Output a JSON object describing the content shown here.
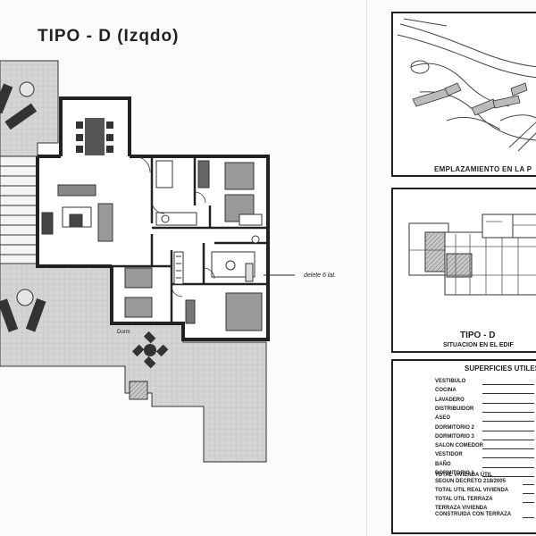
{
  "title": "TIPO - D (Izqdo)",
  "plan_note": "Dorm",
  "handwritten_note": "delete 6 lat.",
  "site_panel": {
    "label": "EMPLAZAMIENTO EN LA P"
  },
  "building_panel": {
    "tipo": "TIPO - D",
    "label": "SITUACION EN EL EDIF"
  },
  "surfaces": {
    "title": "SUPERFICIES UTILES",
    "rows": [
      "VESTIBULO",
      "COCINA",
      "LAVADERO",
      "DISTRIBUIDOR",
      "ASEO",
      "DORMITORIO 2",
      "DORMITORIO 3",
      "SALON COMEDOR",
      "VESTIDOR",
      "BAÑO",
      "DORMITORIO 1"
    ],
    "totals": [
      [
        "TOTAL VIVIENDA ÚTIL",
        "SEGUN DECRETO 218/2005"
      ],
      [
        "TOTAL UTIL REAL VIVIENDA"
      ],
      [
        "TOTAL UTIL TERRAZA"
      ],
      [
        "TERRAZA VIVIENDA",
        "CONSTRUIDA CON TERRAZA"
      ]
    ]
  }
}
